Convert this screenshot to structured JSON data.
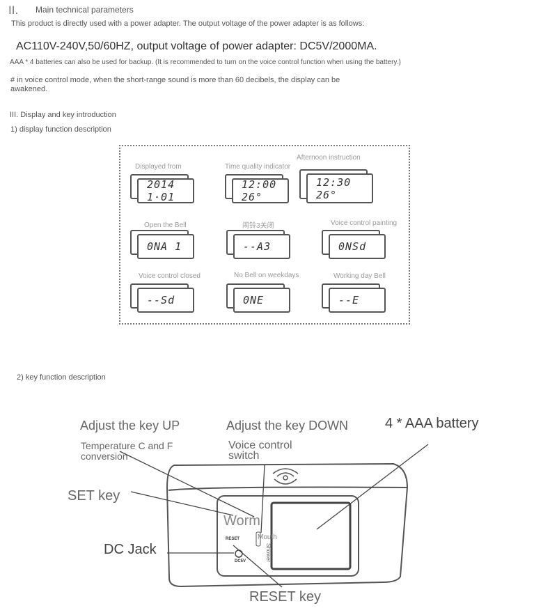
{
  "section2": {
    "numeral": "II.",
    "title": "Main technical parameters",
    "para1": "This product is directly used with a power adapter. The output voltage of the power adapter is as follows:",
    "spec": "AC110V-240V,50/60HZ, output voltage of power adapter: DC5V/2000MA.",
    "para2": "AAA * 4 batteries can also be used for backup. (It is recommended to turn on the voice control function when using the battery.)",
    "para3": "# in voice control mode, when the short-range sound is more than 60 decibels, the display can be awakened."
  },
  "section3": {
    "title": "III. Display and key introduction",
    "sub1": "1) display function description",
    "sub2": "2) key function description"
  },
  "displays": [
    {
      "label": "Displayed from",
      "screen": "2014 1·01"
    },
    {
      "label": "Time quality indicator",
      "screen": "12:00 26°"
    },
    {
      "label": "Afternoon instruction",
      "screen": "12:30 26°"
    },
    {
      "label": "Open the Bell",
      "screen": "0NA 1"
    },
    {
      "label": "闹铃3关闭",
      "screen": "--A3"
    },
    {
      "label": "Voice control painting",
      "screen": "0NSd"
    },
    {
      "label": "Voice control closed",
      "screen": "--Sd"
    },
    {
      "label": "No Bell on weekdays",
      "screen": "0NE"
    },
    {
      "label": "Working day Bell",
      "screen": "--E"
    }
  ],
  "keys": {
    "up": "Adjust the key UP",
    "up_sub": "Temperature C and F conversion",
    "down": "Adjust the key DOWN",
    "down_sub": "Voice control switch",
    "battery": "4 * AAA battery",
    "set": "SET key",
    "dc": "DC Jack",
    "reset": "RESET key",
    "worm": "Worm",
    "mouth": "Mouth",
    "shower": "Shower",
    "reset_small": "RESET",
    "dc_small": "DC5V"
  }
}
